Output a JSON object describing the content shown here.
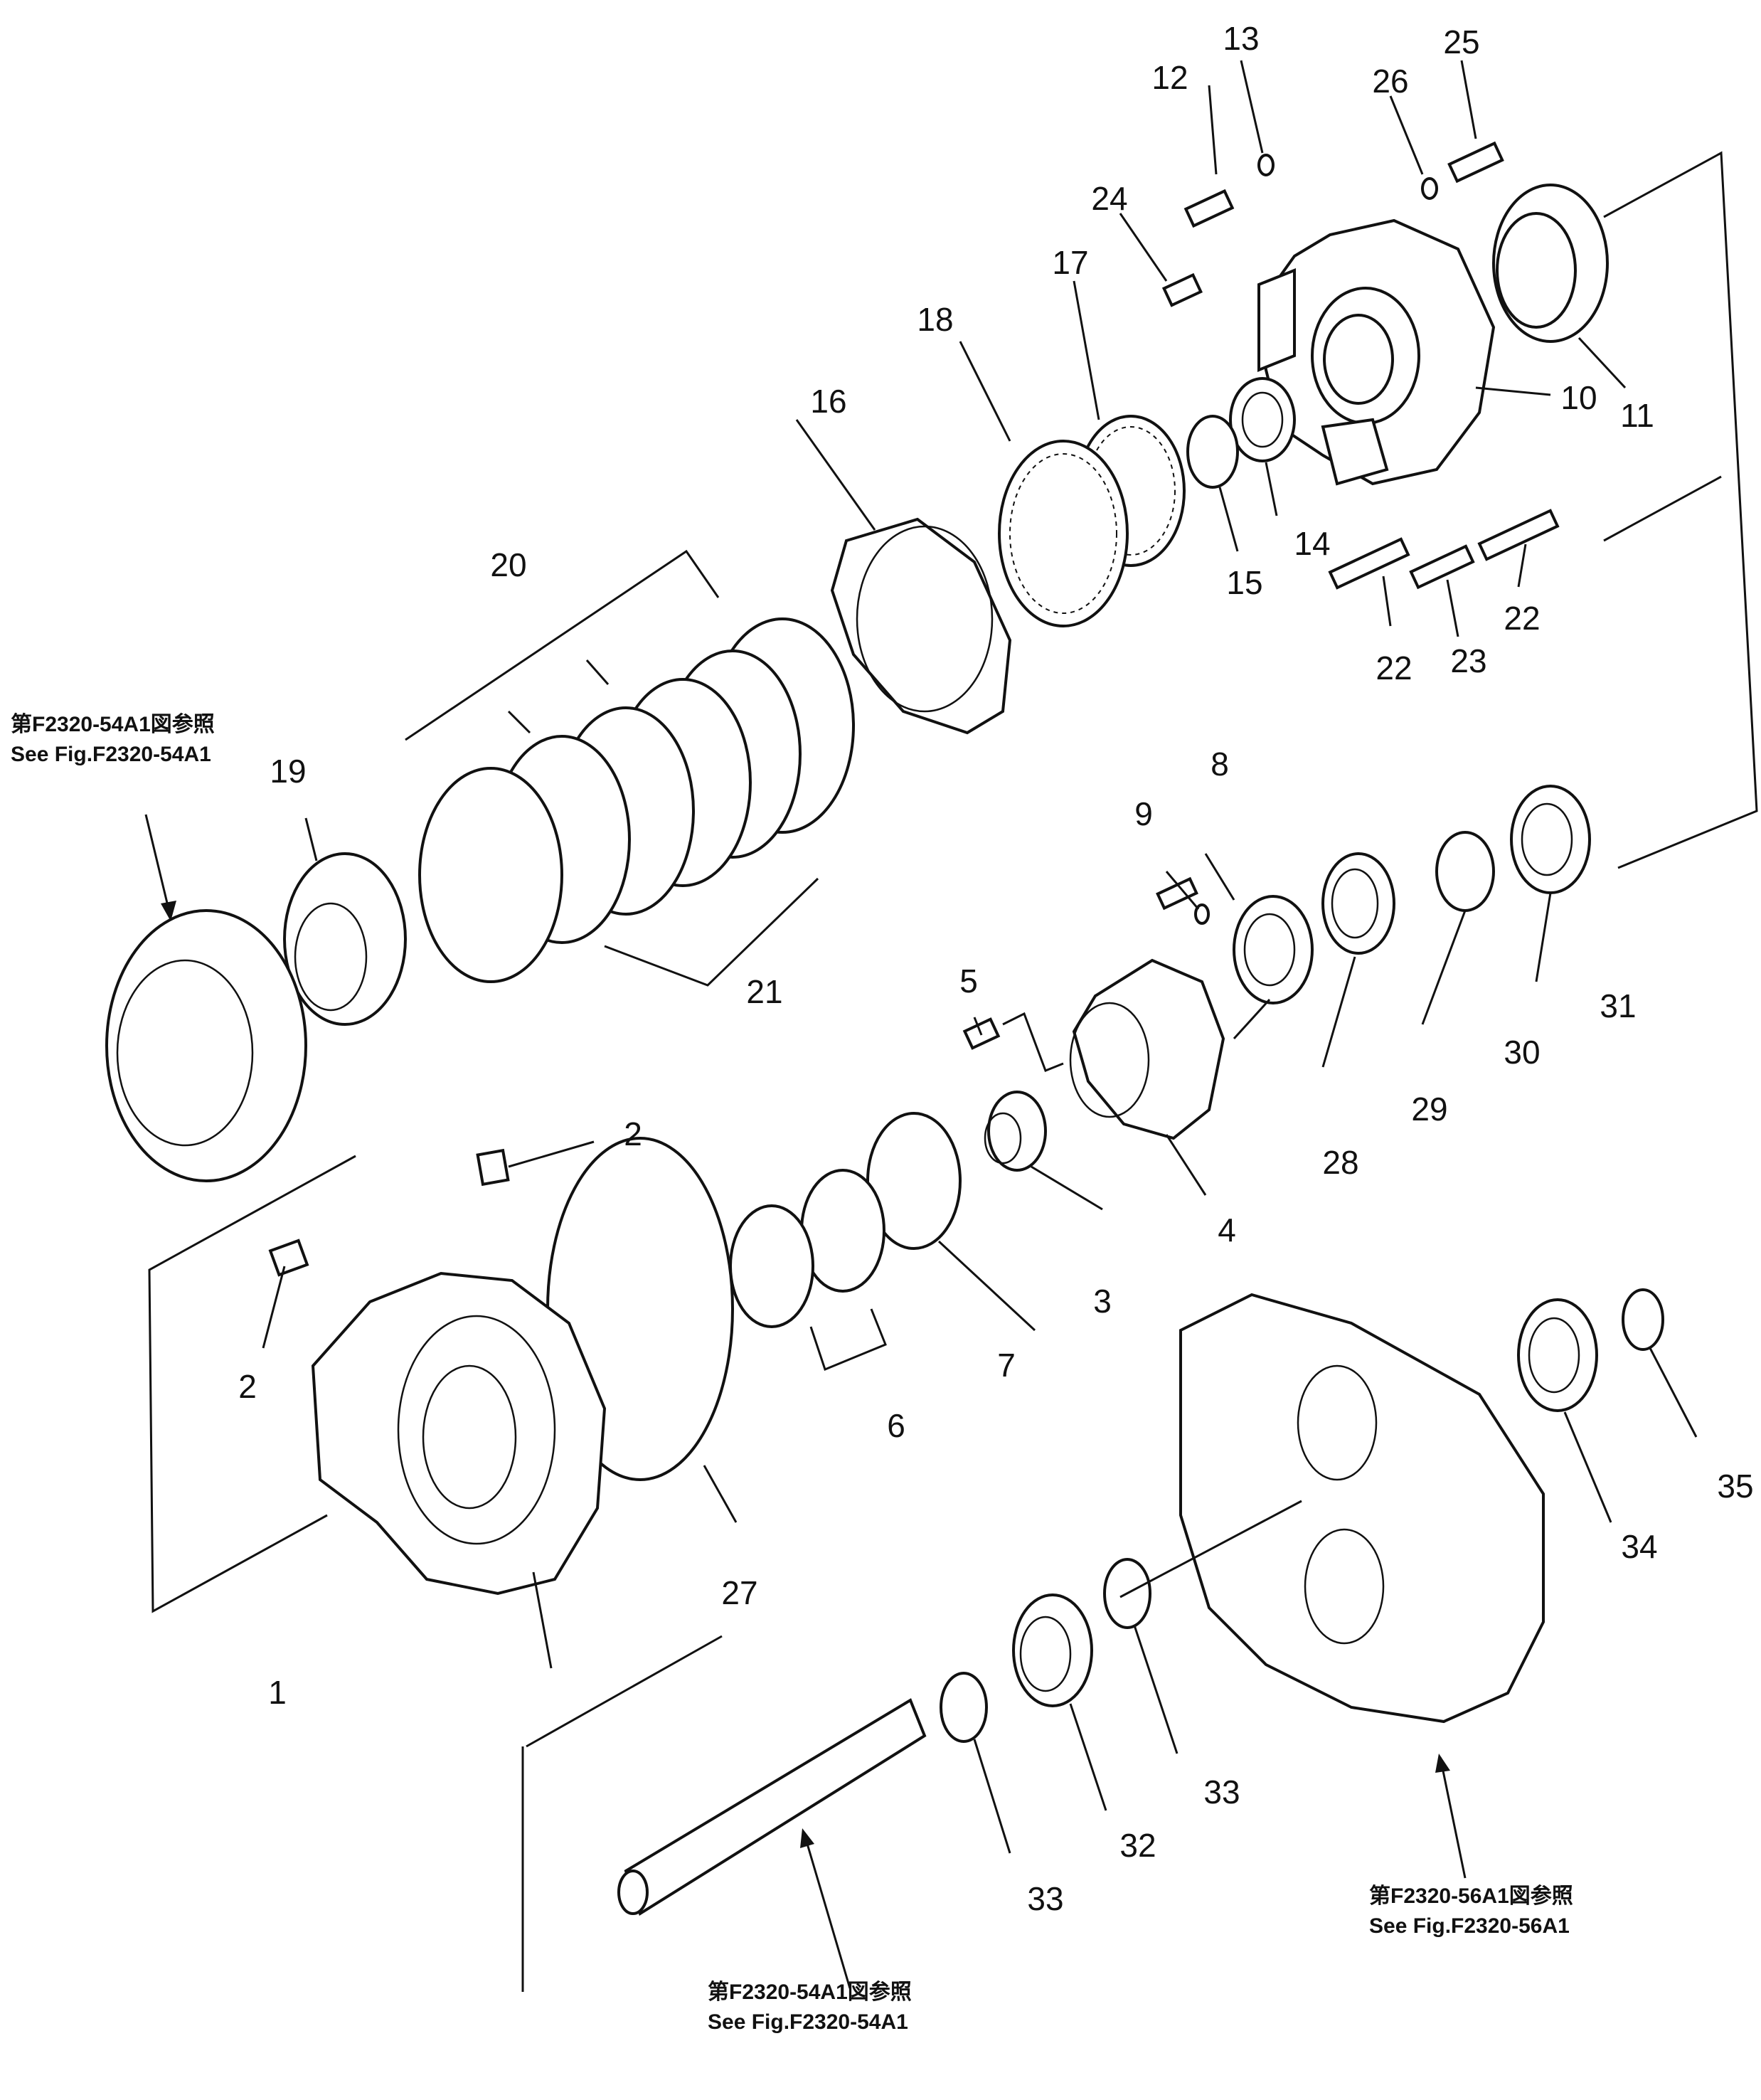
{
  "callouts": {
    "c1": "1",
    "c2a": "2",
    "c2b": "2",
    "c3": "3",
    "c4": "4",
    "c5": "5",
    "c6": "6",
    "c7": "7",
    "c8": "8",
    "c9": "9",
    "c10": "10",
    "c11": "11",
    "c12": "12",
    "c13": "13",
    "c14": "14",
    "c15": "15",
    "c16": "16",
    "c17": "17",
    "c18": "18",
    "c19": "19",
    "c20": "20",
    "c21": "21",
    "c22a": "22",
    "c22b": "22",
    "c23": "23",
    "c24": "24",
    "c25": "25",
    "c26": "26",
    "c27": "27",
    "c28": "28",
    "c29": "29",
    "c30": "30",
    "c31": "31",
    "c32": "32",
    "c33a": "33",
    "c33b": "33",
    "c34": "34",
    "c35": "35"
  },
  "references": {
    "left_top": {
      "jp": "第F2320-54A1図参照",
      "en": "See Fig.F2320-54A1"
    },
    "bottom_center": {
      "jp": "第F2320-54A1図参照",
      "en": "See Fig.F2320-54A1"
    },
    "bottom_right": {
      "jp": "第F2320-56A1図参照",
      "en": "See Fig.F2320-56A1"
    }
  }
}
